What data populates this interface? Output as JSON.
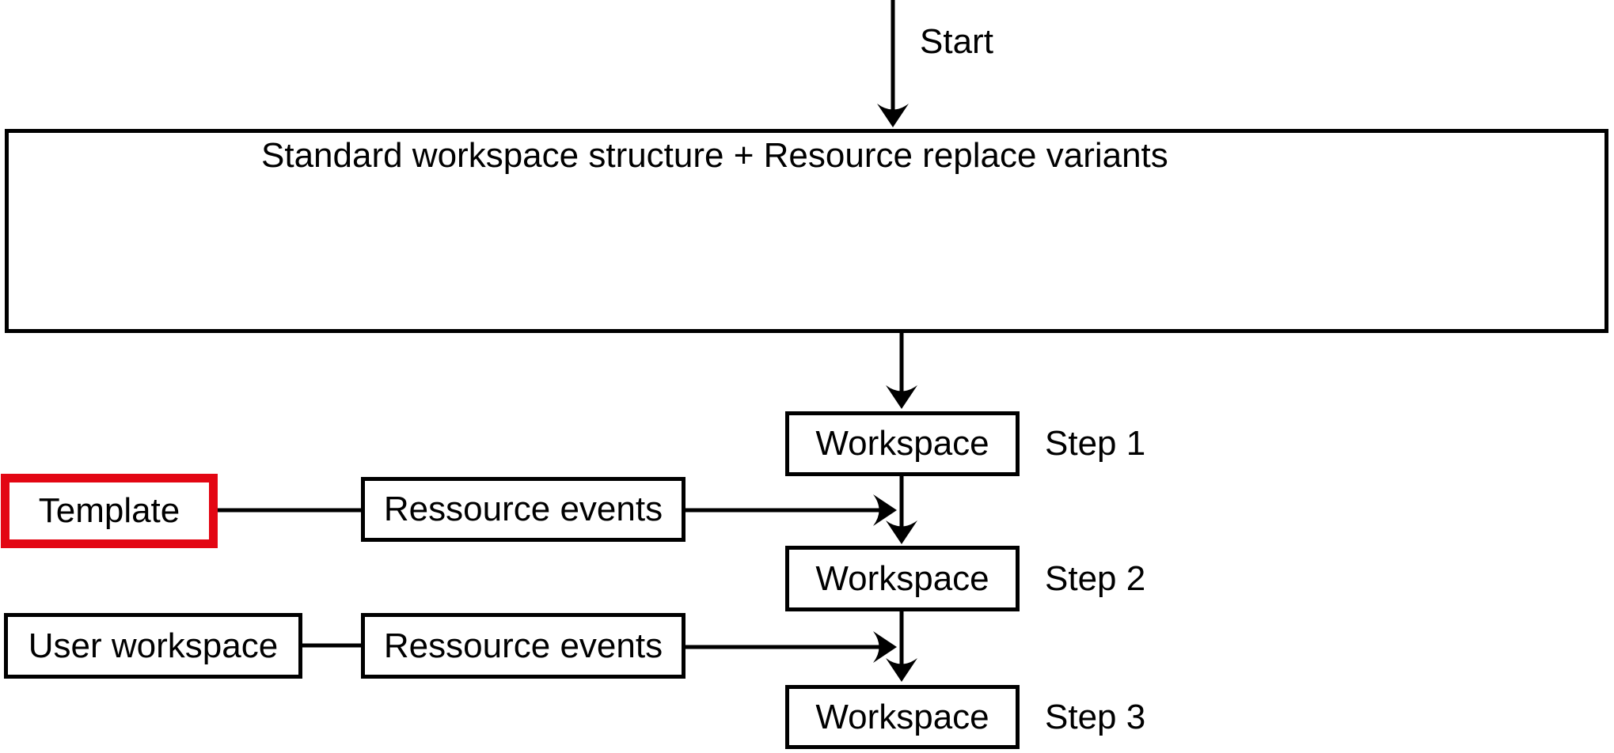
{
  "palette": {
    "ink": "#000000",
    "highlight_red": "#e30613",
    "background": "#ffffff"
  },
  "flow": {
    "start_label": "Start",
    "main_box_label": "Standard workspace structure + Resource replace variants",
    "steps": [
      {
        "box": "Workspace",
        "label": "Step 1"
      },
      {
        "box": "Workspace",
        "label": "Step 2"
      },
      {
        "box": "Workspace",
        "label": "Step 3"
      }
    ],
    "inputs": [
      {
        "source": "Template",
        "connector": "Ressource events",
        "highlighted": true
      },
      {
        "source": "User workspace",
        "connector": "Ressource events",
        "highlighted": false
      }
    ]
  }
}
